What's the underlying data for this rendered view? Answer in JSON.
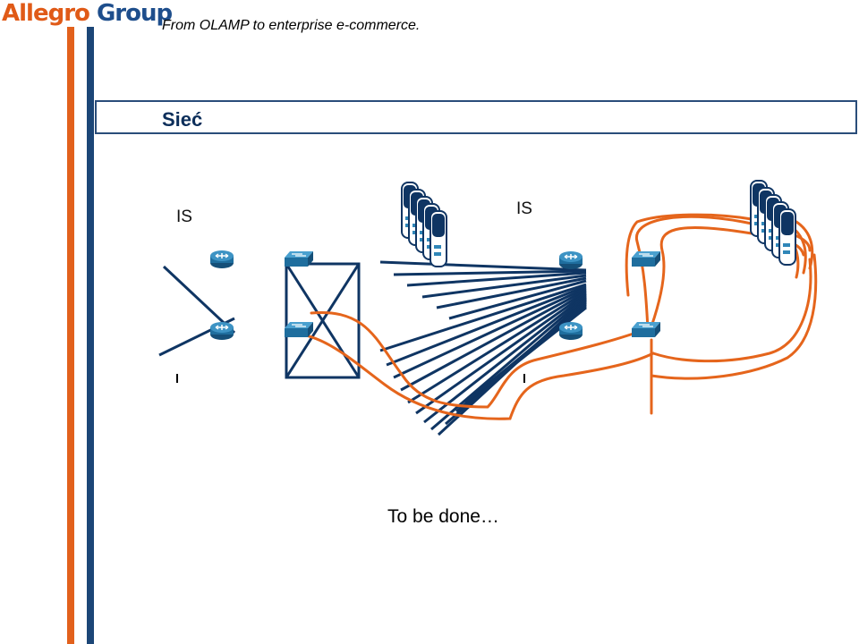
{
  "header": {
    "logo_part1": "Allegro",
    "logo_part2": "Group",
    "subtitle": "From OLAMP to enterprise e-commerce."
  },
  "slide": {
    "title": "Sieć",
    "label_is_left": "IS",
    "label_is_right": "IS",
    "caption": "To be done…"
  },
  "icons": [
    "router-icon",
    "switch-icon",
    "server-rack-icon"
  ],
  "colors": {
    "navy": "#0f3563",
    "orange": "#e5651c",
    "device_blue": "#1f6e9e"
  }
}
